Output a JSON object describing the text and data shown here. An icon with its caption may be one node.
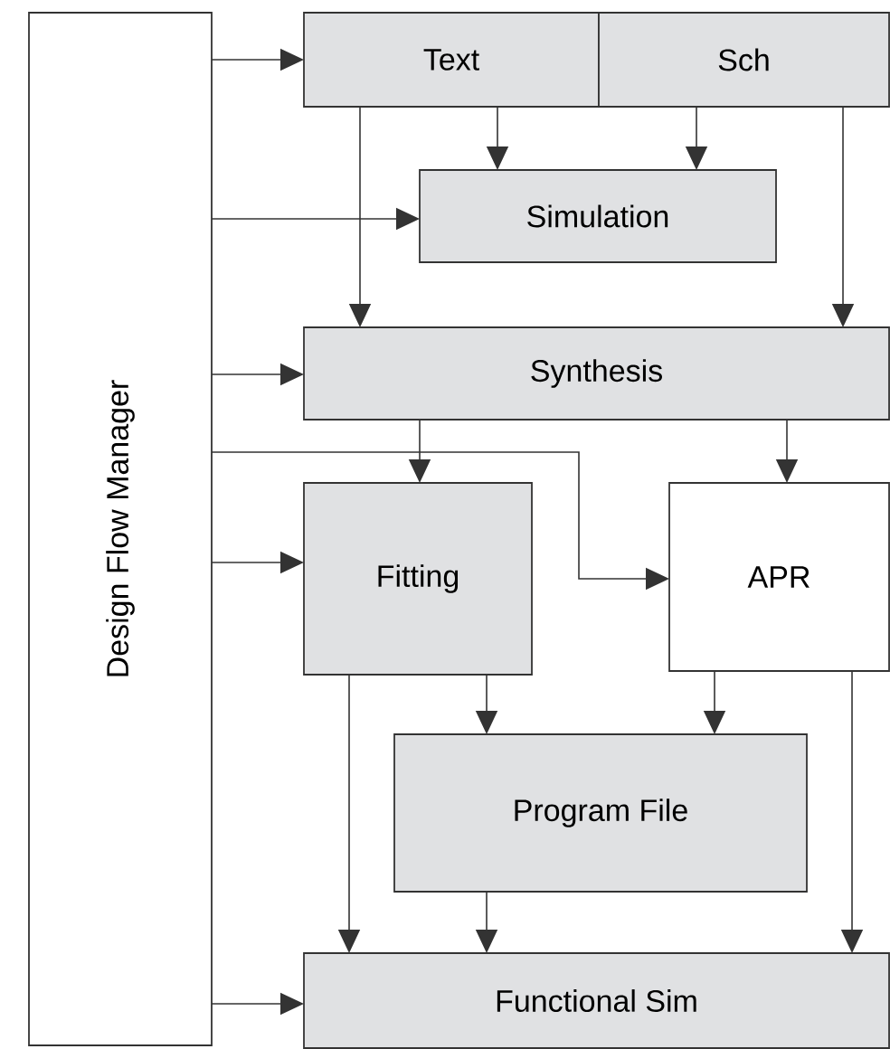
{
  "diagram": {
    "nodes": [
      {
        "text": [
          "Design Flow Manager"
        ]
      },
      {
        "text": [
          "Text"
        ]
      },
      {
        "text": [
          "Sch"
        ]
      },
      {
        "text": [
          "Simulation"
        ]
      },
      {
        "text": [
          "Synthesis"
        ]
      },
      {
        "text": [
          "Fitting"
        ]
      },
      {
        "text": [
          "APR"
        ]
      },
      {
        "text": [
          "Program File"
        ]
      },
      {
        "text": [
          "Functional Sim"
        ]
      }
    ],
    "edges": [
      {
        "from": 0,
        "to": 1,
        "arrow": "to"
      },
      {
        "from": 1,
        "to": 3,
        "arrow": "to"
      },
      {
        "from": 2,
        "to": 3,
        "arrow": "to"
      },
      {
        "from": 0,
        "to": 3,
        "arrow": "to"
      },
      {
        "from": 1,
        "to": 4,
        "arrow": "to"
      },
      {
        "from": 2,
        "to": 4,
        "arrow": "to"
      },
      {
        "from": 0,
        "to": 4,
        "arrow": "to"
      },
      {
        "from": 0,
        "to": 6,
        "arrow": "to"
      },
      {
        "from": 4,
        "to": 5,
        "arrow": "to"
      },
      {
        "from": 4,
        "to": 6,
        "arrow": "to"
      },
      {
        "from": 0,
        "to": 5,
        "arrow": "to"
      },
      {
        "from": 5,
        "to": 7,
        "arrow": "to"
      },
      {
        "from": 6,
        "to": 7,
        "arrow": "to"
      },
      {
        "from": 5,
        "to": 8,
        "arrow": "to"
      },
      {
        "from": 7,
        "to": 8,
        "arrow": "to"
      },
      {
        "from": 6,
        "to": 8,
        "arrow": "to"
      },
      {
        "from": 0,
        "to": 8,
        "arrow": "to"
      }
    ]
  }
}
